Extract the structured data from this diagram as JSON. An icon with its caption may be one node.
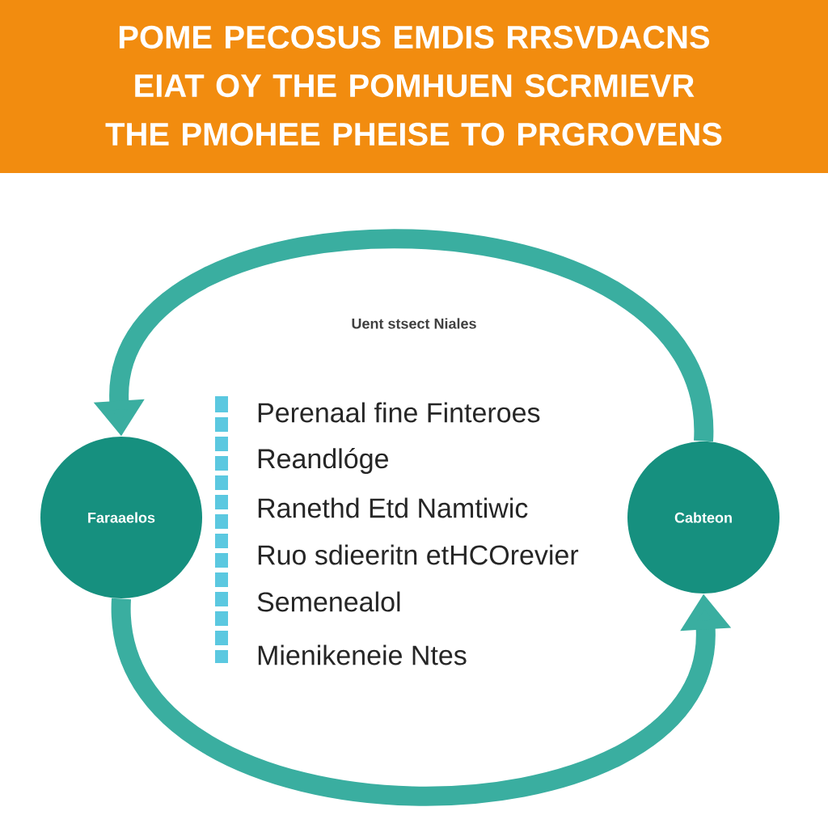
{
  "diagram": {
    "title": "POME PECOSUS EMDIS RRSVDACNS EIAT OY THE POMHUEN SCRMIEVR THE PMOHEE PHEISE TO PRGROVENS",
    "nodes": [
      {
        "text": [
          "Faraaelos"
        ]
      },
      {
        "text": [
          "Cabteon"
        ]
      }
    ],
    "edges": [
      {
        "from": 1,
        "to": 0,
        "arrow": "to"
      },
      {
        "from": 0,
        "to": 1,
        "arrow": "to"
      }
    ],
    "labels": [
      "Uent stsect Niales",
      "Perenaal fine Finteroes",
      "Reandlóge",
      "Ranethd Etd Namtiwic",
      "Ruo sdieeritn etHCOrevier",
      "Semenealol",
      "Mienikeneie Ntes"
    ]
  }
}
